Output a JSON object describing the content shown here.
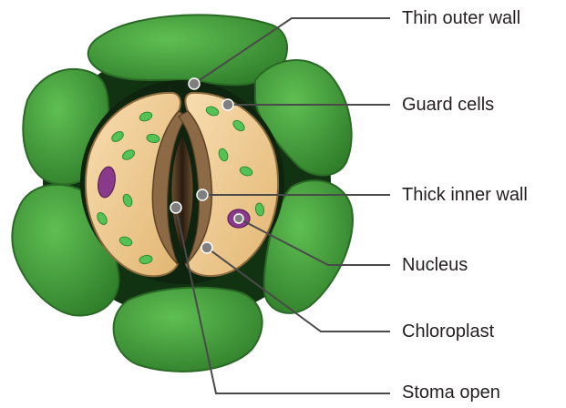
{
  "labels": {
    "thin_outer_wall": "Thin outer wall",
    "guard_cells": "Guard cells",
    "thick_inner_wall": "Thick inner wall",
    "nucleus": "Nucleus",
    "chloroplast": "Chloroplast",
    "stoma_open": "Stoma open"
  },
  "colors": {
    "epidermal_cell": "#3f9a3a",
    "epidermal_border": "#2c6f28",
    "dark_background": "#0f2a10",
    "guard_cell_fill": "#f1cf96",
    "guard_cell_border": "#8a6a3c",
    "chloroplast": "#5cc05c",
    "nucleus": "#8a3a8a",
    "stoma_pore": "#3a2a1a",
    "leader_line": "#4a4a4a",
    "leader_dot": "#7a7a7a"
  }
}
